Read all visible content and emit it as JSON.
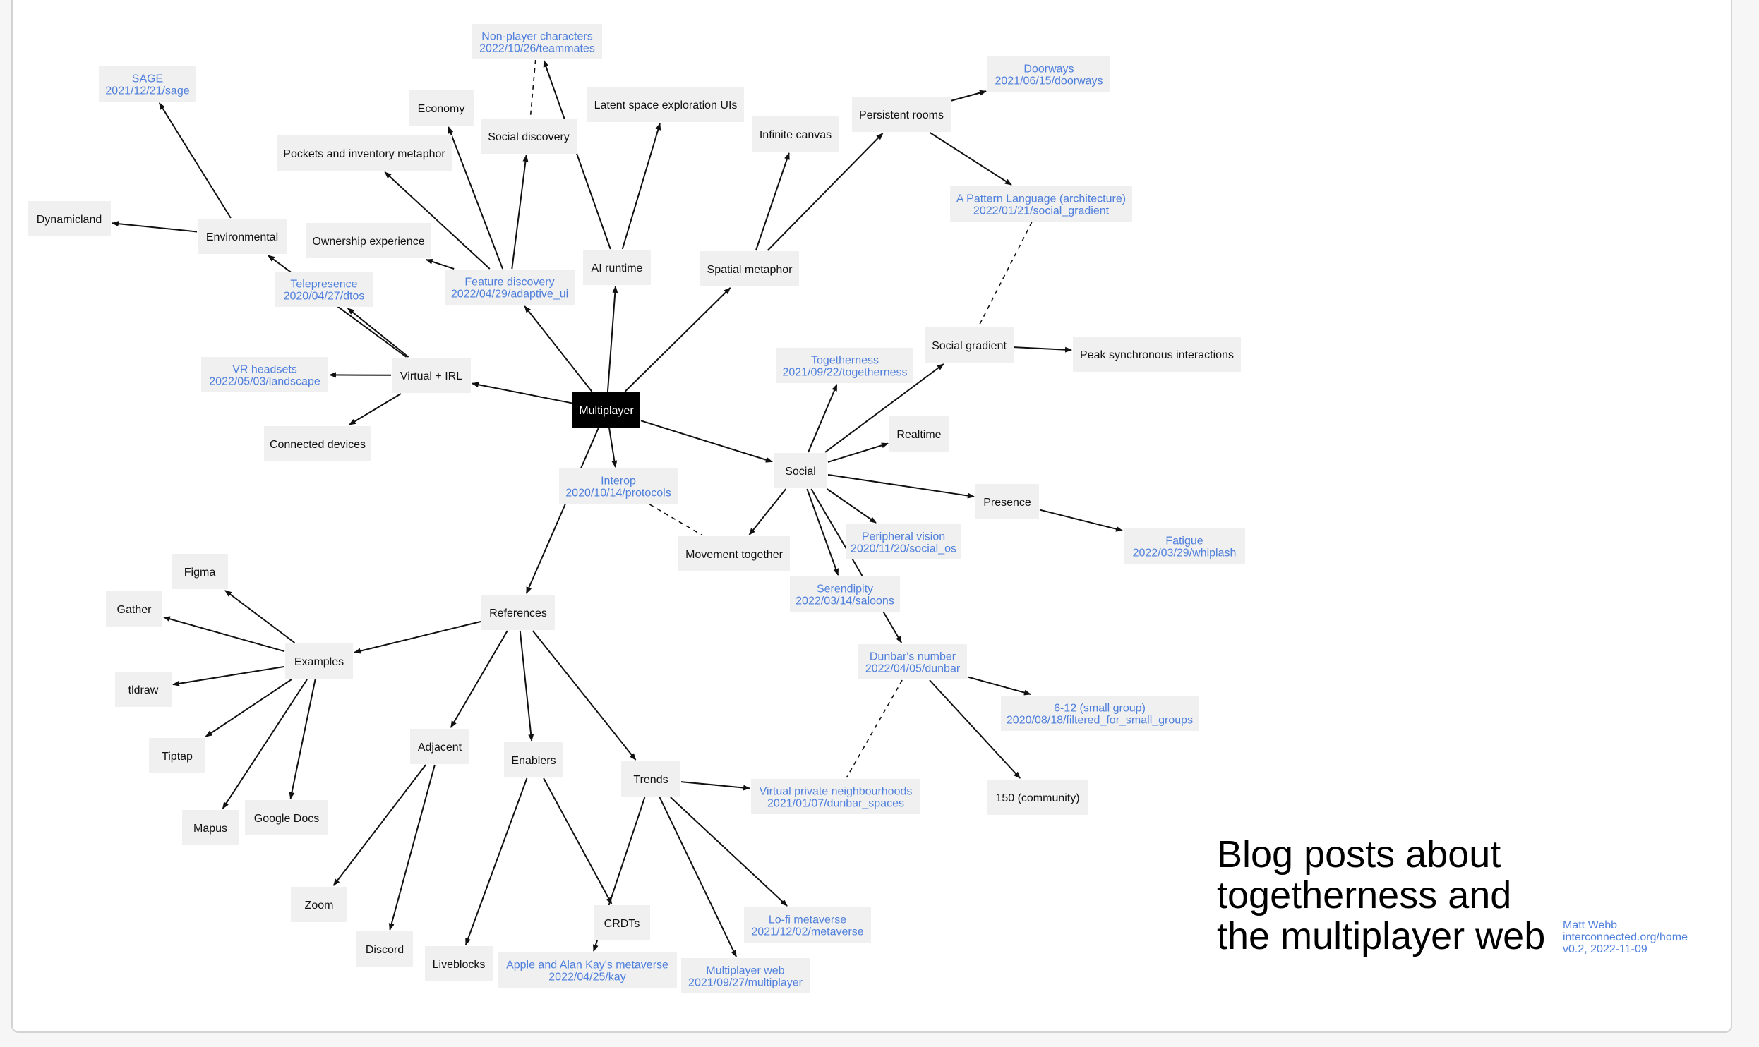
{
  "title": {
    "line1": "Blog posts about",
    "line2": "togetherness and",
    "line3": "the multiplayer web"
  },
  "credit": {
    "author": "Matt Webb",
    "site": "interconnected.org/home",
    "version": "v0.2, 2022-11-09"
  },
  "colors": {
    "root_fill": "#000000",
    "node_fill": "#f0f0f0",
    "link_text": "#4f7fdc",
    "edge": "#111111"
  },
  "nodes": [
    {
      "id": "multiplayer",
      "lines": [
        "Multiplayer"
      ],
      "kind": "root"
    },
    {
      "id": "npc",
      "lines": [
        "Non-player characters",
        "2022/10/26/teammates"
      ],
      "kind": "link"
    },
    {
      "id": "sage",
      "lines": [
        "SAGE",
        "2021/12/21/sage"
      ],
      "kind": "link"
    },
    {
      "id": "economy",
      "lines": [
        "Economy"
      ],
      "kind": "plain"
    },
    {
      "id": "latent",
      "lines": [
        "Latent space exploration UIs"
      ],
      "kind": "plain"
    },
    {
      "id": "doorways",
      "lines": [
        "Doorways",
        "2021/06/15/doorways"
      ],
      "kind": "link"
    },
    {
      "id": "persistent",
      "lines": [
        "Persistent rooms"
      ],
      "kind": "plain"
    },
    {
      "id": "infinite",
      "lines": [
        "Infinite canvas"
      ],
      "kind": "plain"
    },
    {
      "id": "socialdisc",
      "lines": [
        "Social discovery"
      ],
      "kind": "plain"
    },
    {
      "id": "pockets",
      "lines": [
        "Pockets and inventory metaphor"
      ],
      "kind": "plain"
    },
    {
      "id": "dynamicland",
      "lines": [
        "Dynamicland"
      ],
      "kind": "plain"
    },
    {
      "id": "environmental",
      "lines": [
        "Environmental"
      ],
      "kind": "plain"
    },
    {
      "id": "ownership",
      "lines": [
        "Ownership experience"
      ],
      "kind": "plain"
    },
    {
      "id": "pattern",
      "lines": [
        "A Pattern Language (architecture)",
        "2022/01/21/social_gradient"
      ],
      "kind": "link"
    },
    {
      "id": "airuntime",
      "lines": [
        "AI runtime"
      ],
      "kind": "plain"
    },
    {
      "id": "spatial",
      "lines": [
        "Spatial metaphor"
      ],
      "kind": "plain"
    },
    {
      "id": "featuredisc",
      "lines": [
        "Feature discovery",
        "2022/04/29/adaptive_ui"
      ],
      "kind": "link"
    },
    {
      "id": "telepresence",
      "lines": [
        "Telepresence",
        "2020/04/27/dtos"
      ],
      "kind": "link"
    },
    {
      "id": "socialgradient",
      "lines": [
        "Social gradient"
      ],
      "kind": "plain"
    },
    {
      "id": "peak",
      "lines": [
        "Peak synchronous interactions"
      ],
      "kind": "plain"
    },
    {
      "id": "vr",
      "lines": [
        "VR headsets",
        "2022/05/03/landscape"
      ],
      "kind": "link"
    },
    {
      "id": "virtualirl",
      "lines": [
        "Virtual + IRL"
      ],
      "kind": "plain"
    },
    {
      "id": "togetherness",
      "lines": [
        "Togetherness",
        "2021/09/22/togetherness"
      ],
      "kind": "link"
    },
    {
      "id": "connected",
      "lines": [
        "Connected devices"
      ],
      "kind": "plain"
    },
    {
      "id": "realtime",
      "lines": [
        "Realtime"
      ],
      "kind": "plain"
    },
    {
      "id": "interop",
      "lines": [
        "Interop",
        "2020/10/14/protocols"
      ],
      "kind": "link"
    },
    {
      "id": "social",
      "lines": [
        "Social"
      ],
      "kind": "plain"
    },
    {
      "id": "presence",
      "lines": [
        "Presence"
      ],
      "kind": "plain"
    },
    {
      "id": "peripheral",
      "lines": [
        "Peripheral vision",
        "2020/11/20/social_os"
      ],
      "kind": "link"
    },
    {
      "id": "fatigue",
      "lines": [
        "Fatigue",
        "2022/03/29/whiplash"
      ],
      "kind": "link"
    },
    {
      "id": "movement",
      "lines": [
        "Movement together"
      ],
      "kind": "plain"
    },
    {
      "id": "figma",
      "lines": [
        "Figma"
      ],
      "kind": "plain"
    },
    {
      "id": "serendipity",
      "lines": [
        "Serendipity",
        "2022/03/14/saloons"
      ],
      "kind": "link"
    },
    {
      "id": "gather",
      "lines": [
        "Gather"
      ],
      "kind": "plain"
    },
    {
      "id": "references",
      "lines": [
        "References"
      ],
      "kind": "plain"
    },
    {
      "id": "examples",
      "lines": [
        "Examples"
      ],
      "kind": "plain"
    },
    {
      "id": "dunbar",
      "lines": [
        "Dunbar's number",
        "2022/04/05/dunbar"
      ],
      "kind": "link"
    },
    {
      "id": "tldraw",
      "lines": [
        "tldraw"
      ],
      "kind": "plain"
    },
    {
      "id": "smallgroup",
      "lines": [
        "6-12 (small group)",
        "2020/08/18/filtered_for_small_groups"
      ],
      "kind": "link"
    },
    {
      "id": "adjacent",
      "lines": [
        "Adjacent"
      ],
      "kind": "plain"
    },
    {
      "id": "enablers",
      "lines": [
        "Enablers"
      ],
      "kind": "plain"
    },
    {
      "id": "tiptap",
      "lines": [
        "Tiptap"
      ],
      "kind": "plain"
    },
    {
      "id": "trends",
      "lines": [
        "Trends"
      ],
      "kind": "plain"
    },
    {
      "id": "vpn",
      "lines": [
        "Virtual private neighbourhoods",
        "2021/01/07/dunbar_spaces"
      ],
      "kind": "link"
    },
    {
      "id": "community",
      "lines": [
        "150 (community)"
      ],
      "kind": "plain"
    },
    {
      "id": "googledocs",
      "lines": [
        "Google Docs"
      ],
      "kind": "plain"
    },
    {
      "id": "mapus",
      "lines": [
        "Mapus"
      ],
      "kind": "plain"
    },
    {
      "id": "zoom",
      "lines": [
        "Zoom"
      ],
      "kind": "plain"
    },
    {
      "id": "lofi",
      "lines": [
        "Lo-fi metaverse",
        "2021/12/02/metaverse"
      ],
      "kind": "link"
    },
    {
      "id": "crdts",
      "lines": [
        "CRDTs"
      ],
      "kind": "plain"
    },
    {
      "id": "discord",
      "lines": [
        "Discord"
      ],
      "kind": "plain"
    },
    {
      "id": "liveblocks",
      "lines": [
        "Liveblocks"
      ],
      "kind": "plain"
    },
    {
      "id": "kay",
      "lines": [
        "Apple and Alan Kay's metaverse",
        "2022/04/25/kay"
      ],
      "kind": "link"
    },
    {
      "id": "mpweb",
      "lines": [
        "Multiplayer web",
        "2021/09/27/multiplayer"
      ],
      "kind": "link"
    }
  ],
  "edges": [
    {
      "from": "multiplayer",
      "to": "airuntime"
    },
    {
      "from": "multiplayer",
      "to": "featuredisc"
    },
    {
      "from": "multiplayer",
      "to": "spatial"
    },
    {
      "from": "multiplayer",
      "to": "virtualirl"
    },
    {
      "from": "multiplayer",
      "to": "interop"
    },
    {
      "from": "multiplayer",
      "to": "social"
    },
    {
      "from": "multiplayer",
      "to": "references"
    },
    {
      "from": "airuntime",
      "to": "npc"
    },
    {
      "from": "airuntime",
      "to": "latent"
    },
    {
      "from": "featuredisc",
      "to": "economy"
    },
    {
      "from": "featuredisc",
      "to": "socialdisc"
    },
    {
      "from": "featuredisc",
      "to": "pockets"
    },
    {
      "from": "featuredisc",
      "to": "ownership"
    },
    {
      "from": "spatial",
      "to": "infinite"
    },
    {
      "from": "spatial",
      "to": "persistent"
    },
    {
      "from": "persistent",
      "to": "doorways"
    },
    {
      "from": "persistent",
      "to": "pattern"
    },
    {
      "from": "virtualirl",
      "to": "environmental"
    },
    {
      "from": "virtualirl",
      "to": "telepresence"
    },
    {
      "from": "virtualirl",
      "to": "vr"
    },
    {
      "from": "virtualirl",
      "to": "connected"
    },
    {
      "from": "environmental",
      "to": "sage"
    },
    {
      "from": "environmental",
      "to": "dynamicland"
    },
    {
      "from": "social",
      "to": "togetherness"
    },
    {
      "from": "social",
      "to": "socialgradient"
    },
    {
      "from": "social",
      "to": "realtime"
    },
    {
      "from": "social",
      "to": "presence"
    },
    {
      "from": "social",
      "to": "peripheral"
    },
    {
      "from": "social",
      "to": "serendipity"
    },
    {
      "from": "social",
      "to": "movement"
    },
    {
      "from": "social",
      "to": "dunbar"
    },
    {
      "from": "socialgradient",
      "to": "peak"
    },
    {
      "from": "presence",
      "to": "fatigue"
    },
    {
      "from": "dunbar",
      "to": "smallgroup"
    },
    {
      "from": "dunbar",
      "to": "community"
    },
    {
      "from": "references",
      "to": "examples"
    },
    {
      "from": "references",
      "to": "adjacent"
    },
    {
      "from": "references",
      "to": "enablers"
    },
    {
      "from": "references",
      "to": "trends"
    },
    {
      "from": "examples",
      "to": "figma"
    },
    {
      "from": "examples",
      "to": "gather"
    },
    {
      "from": "examples",
      "to": "tldraw"
    },
    {
      "from": "examples",
      "to": "tiptap"
    },
    {
      "from": "examples",
      "to": "mapus"
    },
    {
      "from": "examples",
      "to": "googledocs"
    },
    {
      "from": "adjacent",
      "to": "zoom"
    },
    {
      "from": "adjacent",
      "to": "discord"
    },
    {
      "from": "enablers",
      "to": "liveblocks"
    },
    {
      "from": "enablers",
      "to": "crdts"
    },
    {
      "from": "trends",
      "to": "vpn"
    },
    {
      "from": "trends",
      "to": "lofi"
    },
    {
      "from": "trends",
      "to": "mpweb"
    },
    {
      "from": "trends",
      "to": "kay"
    },
    {
      "from": "npc",
      "to": "socialdisc",
      "dashed": true
    },
    {
      "from": "pattern",
      "to": "socialgradient",
      "dashed": true
    },
    {
      "from": "interop",
      "to": "movement",
      "dashed": true
    },
    {
      "from": "dunbar",
      "to": "vpn",
      "dashed": true
    }
  ]
}
